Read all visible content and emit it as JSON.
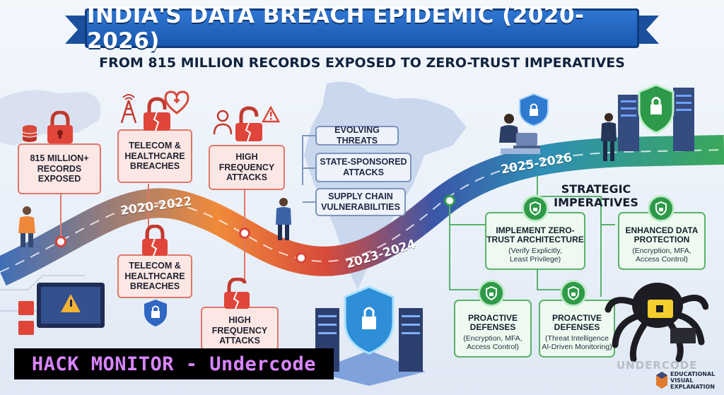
{
  "title": "INDIA'S DATA BREACH EPIDEMIC (2020-2026)",
  "subtitle": "FROM 815 MILLION RECORDS EXPOSED TO ZERO-TRUST IMPERATIVES",
  "periods": [
    "2020-2022",
    "2023-2024",
    "2025-2026"
  ],
  "top_breaches": [
    {
      "lines": [
        "815 MILLION+",
        "RECORDS",
        "EXPOSED"
      ]
    },
    {
      "lines": [
        "TELECOM &",
        "HEALTHCARE",
        "BREACHES"
      ]
    },
    {
      "lines": [
        "HIGH",
        "FREQUENCY",
        "ATTACKS"
      ]
    }
  ],
  "bottom_breaches": [
    {
      "lines": [
        "TELECOM &",
        "HEALTHCARE",
        "BREACHES"
      ]
    },
    {
      "lines": [
        "HIGH",
        "FREQUENCY",
        "ATTACKS"
      ]
    }
  ],
  "threats": [
    {
      "lines": [
        "EVOLVING THREATS"
      ]
    },
    {
      "lines": [
        "STATE-SPONSORED",
        "ATTACKS"
      ]
    },
    {
      "lines": [
        "SUPPLY CHAIN",
        "VULNERABILITIES"
      ]
    }
  ],
  "strategic": {
    "lines": [
      "STRATEGIC",
      "IMPERATIVES"
    ]
  },
  "imperatives": [
    {
      "heading": [
        "IMPLEMENT ZERO-",
        "TRUST ARCHITECTURE"
      ],
      "detail": [
        "(Verify Explicitly,",
        "Least Privilege)"
      ]
    },
    {
      "heading": [
        "ENHANCED DATA",
        "PROTECTION"
      ],
      "detail": [
        "(Encryption, MFA,",
        "Access Control)"
      ]
    },
    {
      "heading": [
        "PROACTIVE",
        "DEFENSES"
      ],
      "detail": [
        "(Encryption, MFA,",
        "Access Control)"
      ]
    },
    {
      "heading": [
        "PROACTIVE",
        "DEFENSES"
      ],
      "detail": [
        "(Threat Intelligence",
        "AI-Driven Monitoring)"
      ]
    }
  ],
  "watermark": "HACK MONITOR - Undercode",
  "logo_text": "UNDERCODE",
  "badge": {
    "lines": [
      "EDUCATIONAL",
      "VISUAL",
      "EXPLANATION"
    ]
  },
  "colors": {
    "ribbon": "#1f60bd",
    "breach_red": "#e0453a",
    "imperative_green": "#2e9a48",
    "watermark_text": "#d985ff"
  },
  "icons": [
    "padlock-broken-icon",
    "database-icon",
    "cell-tower-icon",
    "heart-icon",
    "warning-icon",
    "shield-lock-icon",
    "server-icon",
    "octopus-hacker-icon"
  ]
}
